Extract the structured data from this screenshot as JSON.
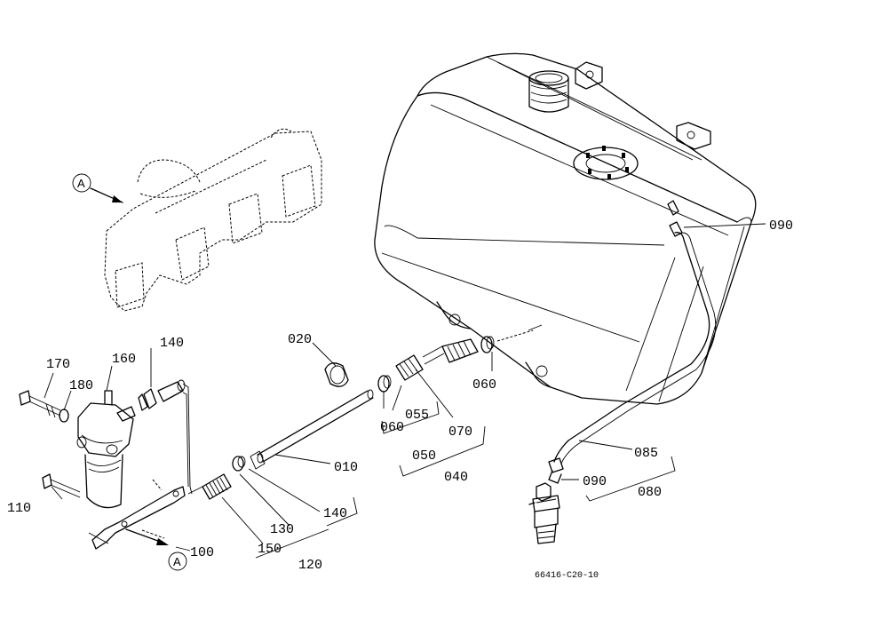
{
  "parts": {
    "p010": "010",
    "p020": "020",
    "p040": "040",
    "p050": "050",
    "p055": "055",
    "p060a": "060",
    "p060b": "060",
    "p070": "070",
    "p080": "080",
    "p085": "085",
    "p090a": "090",
    "p090b": "090",
    "p100": "100",
    "p110": "110",
    "p120": "120",
    "p130": "130",
    "p140a": "140",
    "p140b": "140",
    "p150": "150",
    "p160": "160",
    "p170": "170",
    "p180": "180"
  },
  "view_markers": {
    "top": "A",
    "bottom": "A"
  },
  "drawing_code": "66416-C20-10"
}
